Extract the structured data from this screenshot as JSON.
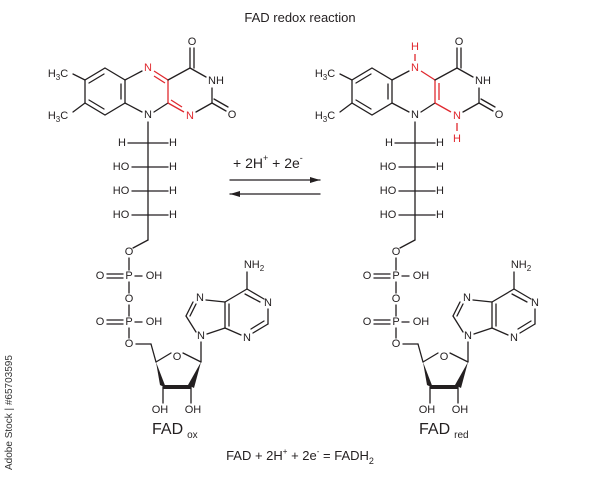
{
  "title": "FAD redox reaction",
  "reaction": {
    "reagents": "+ 2H",
    "reagents_sup1": "+",
    "reagents_mid": " + 2e",
    "reagents_sup2": "-",
    "arrow_type": "equilibrium"
  },
  "molecules": [
    {
      "id": "fad-ox",
      "name": "FAD",
      "subscript": "ox",
      "highlight_color": "#e0282e",
      "atoms": {
        "methyl_top": "H3C",
        "methyl_bottom": "H3C",
        "n5": "N",
        "n10": "N",
        "n1": "N",
        "n3": "NH",
        "o4": "O",
        "o2": "O",
        "chain_h_left": "H",
        "chain_h_right": "H",
        "ho1": "HO",
        "ho2": "HO",
        "ho3": "HO",
        "h1": "H",
        "h2": "H",
        "h3": "H",
        "o_link": "O",
        "p1": "P",
        "p2": "P",
        "o_dbl1": "O",
        "o_dbl2": "O",
        "oh_p1": "OH",
        "oh_p2": "OH",
        "o_bridge": "O",
        "o_ester": "O",
        "o_ring": "O",
        "nh2": "NH2",
        "ad_n7": "N",
        "ad_n9": "N",
        "ad_n1": "N",
        "ad_n3": "N",
        "oh_2": "OH",
        "oh_3": "OH"
      }
    },
    {
      "id": "fad-red",
      "name": "FAD",
      "subscript": "red",
      "highlight_color": "#e0282e",
      "atoms": {
        "methyl_top": "H3C",
        "methyl_bottom": "H3C",
        "n5": "N",
        "h5": "H",
        "n10": "N",
        "n1": "N",
        "h1": "H",
        "n3": "NH",
        "o4": "O",
        "o2": "O",
        "chain_h_left": "H",
        "chain_h_right": "H",
        "ho1": "HO",
        "ho2": "HO",
        "ho3": "HO",
        "hr1": "H",
        "hr2": "H",
        "hr3": "H",
        "o_link": "O",
        "p1": "P",
        "p2": "P",
        "o_dbl1": "O",
        "o_dbl2": "O",
        "oh_p1": "OH",
        "oh_p2": "OH",
        "o_bridge": "O",
        "o_ester": "O",
        "o_ring": "O",
        "nh2": "NH2",
        "ad_n7": "N",
        "ad_n9": "N",
        "ad_n1": "N",
        "ad_n3": "N",
        "oh_2": "OH",
        "oh_3": "OH"
      }
    }
  ],
  "equation": {
    "lhs": "FAD + 2H",
    "sup1": "+",
    "mid": " + 2e",
    "sup2": "-",
    "rhs": " = FADH",
    "rhs_sub": "2"
  },
  "watermark": "Adobe Stock | #65703595"
}
